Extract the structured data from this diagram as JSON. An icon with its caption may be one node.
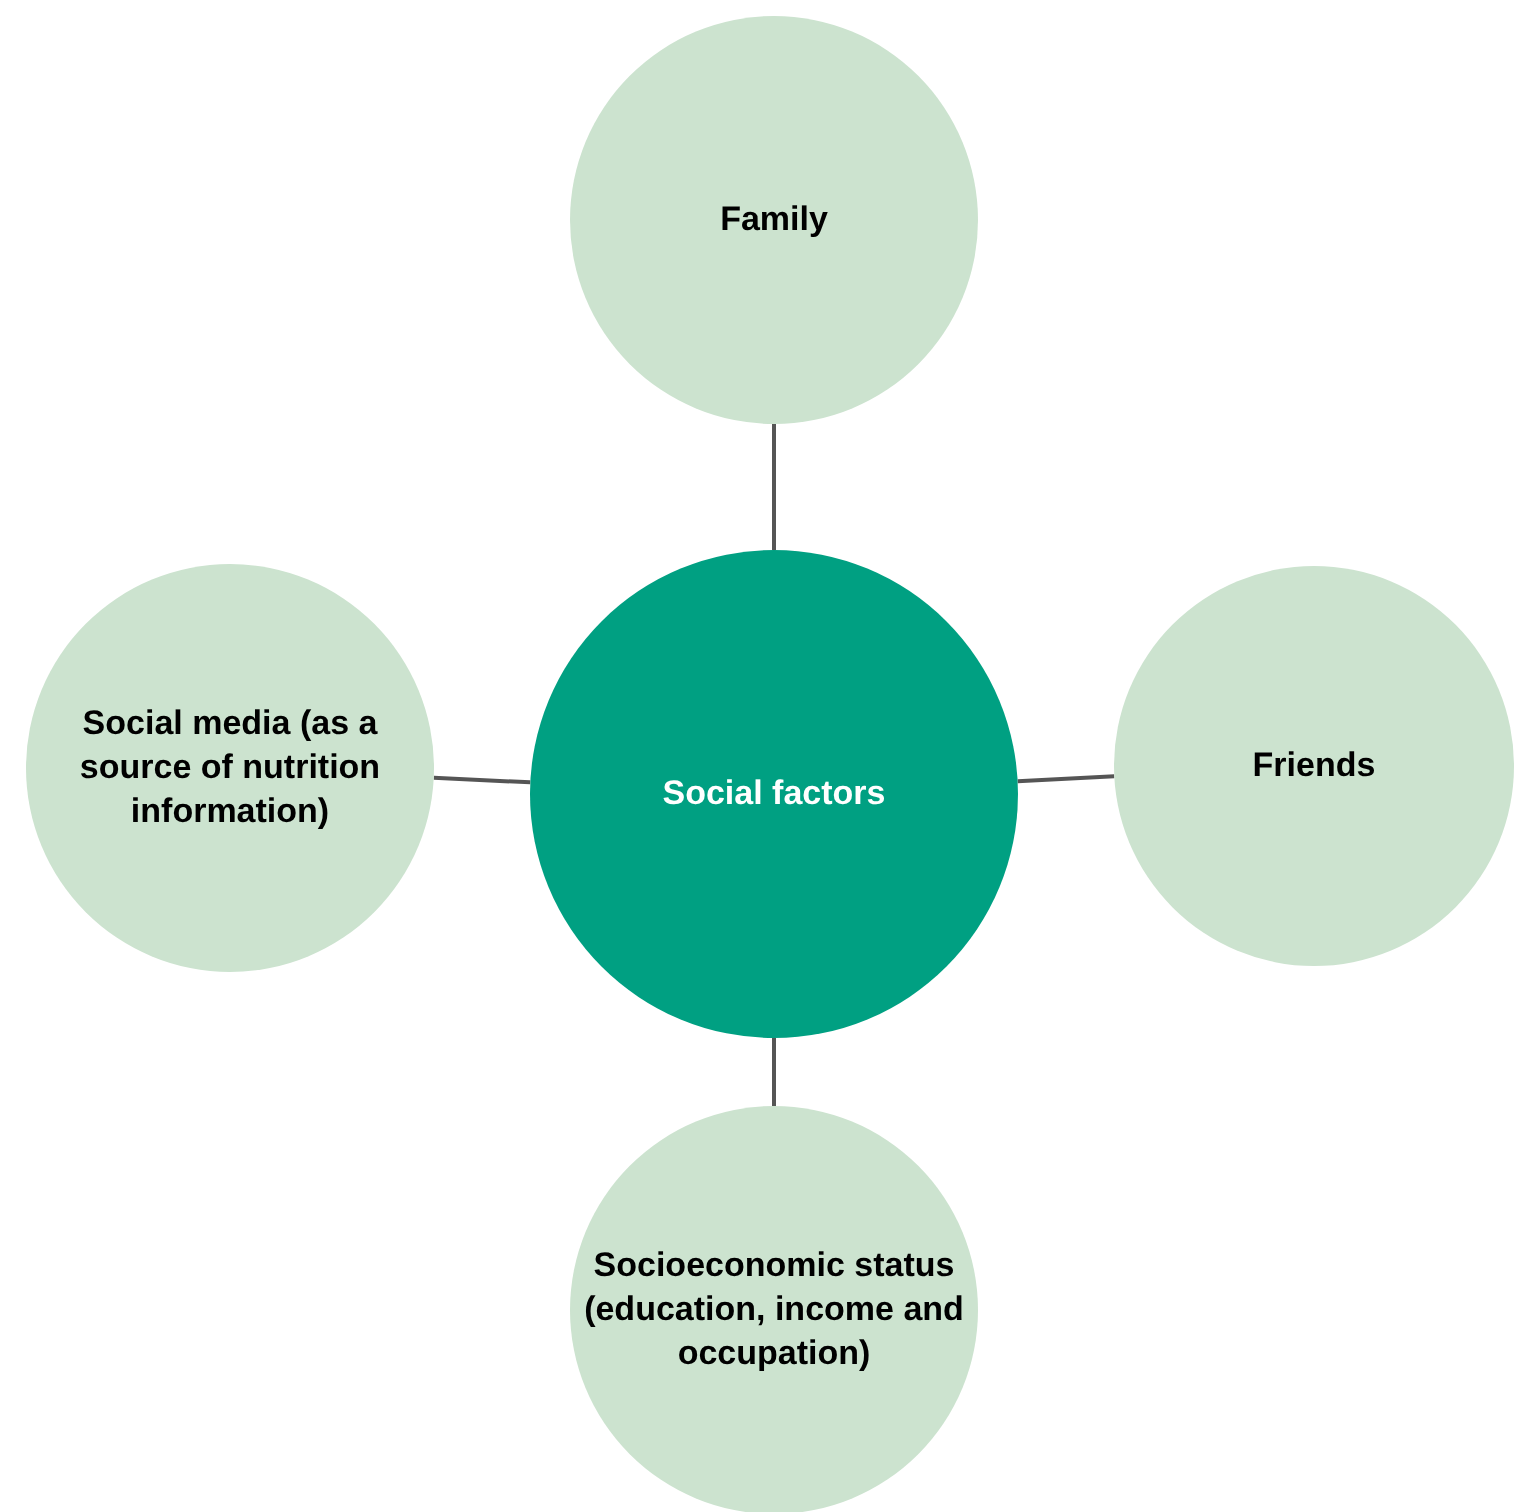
{
  "diagram": {
    "nodes": [
      {
        "text": [
          "Family"
        ]
      },
      {
        "text": [
          "Social media (as a source of nutrition information)"
        ]
      },
      {
        "text": [
          "Social factors"
        ]
      },
      {
        "text": [
          "Friends"
        ]
      },
      {
        "text": [
          "Socioeconomic status (education, income and occupation)"
        ]
      }
    ],
    "edges": [
      {
        "from": 2,
        "to": 0,
        "arrow": "none"
      },
      {
        "from": 2,
        "to": 1,
        "arrow": "none"
      },
      {
        "from": 2,
        "to": 3,
        "arrow": "none"
      },
      {
        "from": 2,
        "to": 4,
        "arrow": "none"
      }
    ]
  }
}
